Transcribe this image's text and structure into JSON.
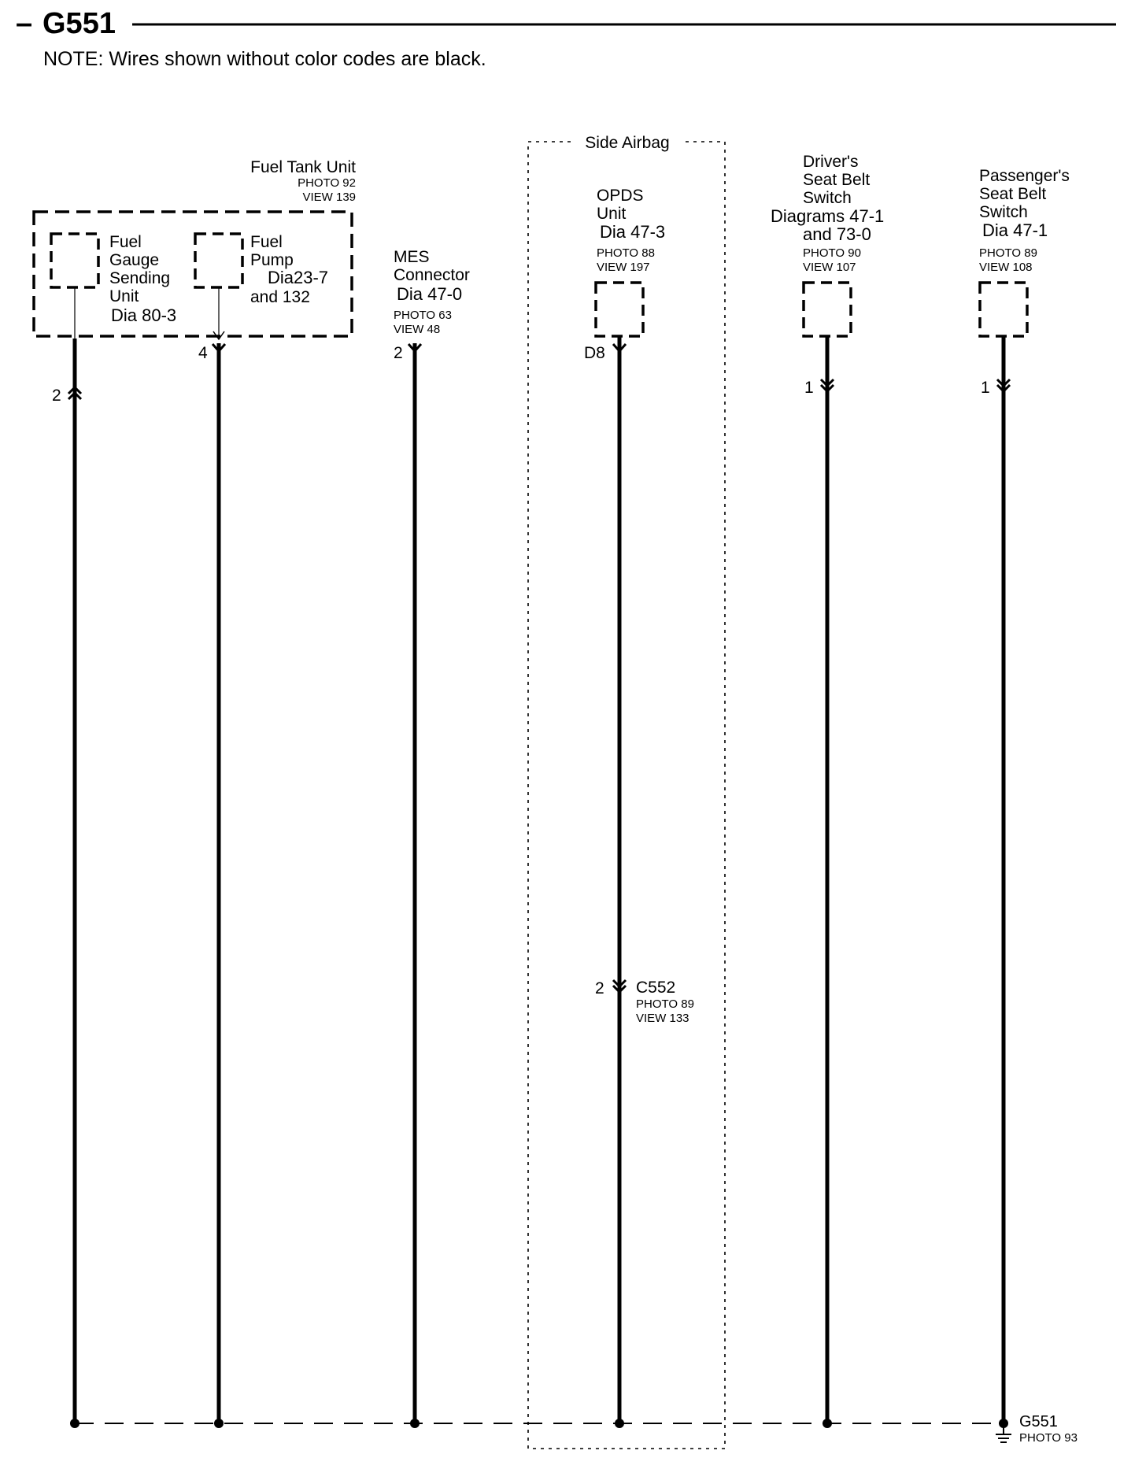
{
  "header": {
    "title": "G551",
    "dash": "–",
    "note": "NOTE: Wires shown without color codes are black."
  },
  "side_airbag": {
    "label": "Side Airbag"
  },
  "fuel_tank_unit": {
    "title": "Fuel Tank Unit",
    "photo": "PHOTO 92",
    "view": "VIEW 139",
    "gauge": {
      "l1": "Fuel",
      "l2": "Gauge",
      "l3": "Sending",
      "l4": "Unit",
      "dia": "Dia 80-3"
    },
    "pump": {
      "l1": "Fuel",
      "l2": "Pump",
      "dia": "Dia23-7",
      "l3": "and 132"
    }
  },
  "mes": {
    "l1": "MES",
    "l2": "Connector",
    "dia": "Dia 47-0",
    "photo": "PHOTO 63",
    "view": "VIEW 48"
  },
  "opds": {
    "l1": "OPDS",
    "l2": "Unit",
    "dia": "Dia 47-3",
    "photo": "PHOTO 88",
    "view": "VIEW 197"
  },
  "drivers_switch": {
    "l1": "Driver's",
    "l2": "Seat Belt",
    "l3": "Switch",
    "l4": "Diagrams 47-1",
    "l5": "and 73-0",
    "photo": "PHOTO 90",
    "view": "VIEW 107"
  },
  "passengers_switch": {
    "l1": "Passenger's",
    "l2": "Seat Belt",
    "l3": "Switch",
    "dia": "Dia 47-1",
    "photo": "PHOTO 89",
    "view": "VIEW 108"
  },
  "pins": {
    "gauge": "2",
    "pump": "4",
    "mes": "2",
    "opds": "D8",
    "drivers": "1",
    "passengers": "1",
    "c552": "2"
  },
  "c552": {
    "label": "C552",
    "photo": "PHOTO 89",
    "view": "VIEW 133"
  },
  "ground": {
    "label": "G551",
    "photo": "PHOTO 93"
  }
}
